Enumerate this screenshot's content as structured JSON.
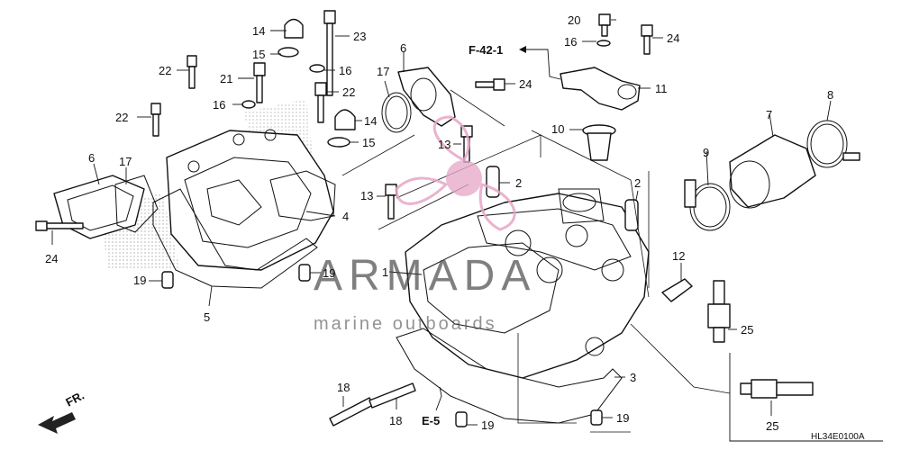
{
  "watermark": {
    "brand": "ARMADA",
    "tagline": "marine outboards",
    "accent_color": "#e7a6c6",
    "logo_icon": "propeller-logo"
  },
  "diagram_code": "HL34E0100A",
  "references": {
    "f42_1": "F-42-1",
    "e5": "E-5",
    "front": "FR."
  },
  "callouts": [
    "1",
    "2",
    "2",
    "3",
    "4",
    "5",
    "6",
    "6",
    "7",
    "8",
    "9",
    "10",
    "11",
    "12",
    "13",
    "13",
    "14",
    "14",
    "15",
    "15",
    "16",
    "16",
    "16",
    "17",
    "17",
    "18",
    "18",
    "19",
    "19",
    "19",
    "19",
    "20",
    "21",
    "22",
    "22",
    "22",
    "23",
    "24",
    "24",
    "24",
    "25",
    "25"
  ]
}
